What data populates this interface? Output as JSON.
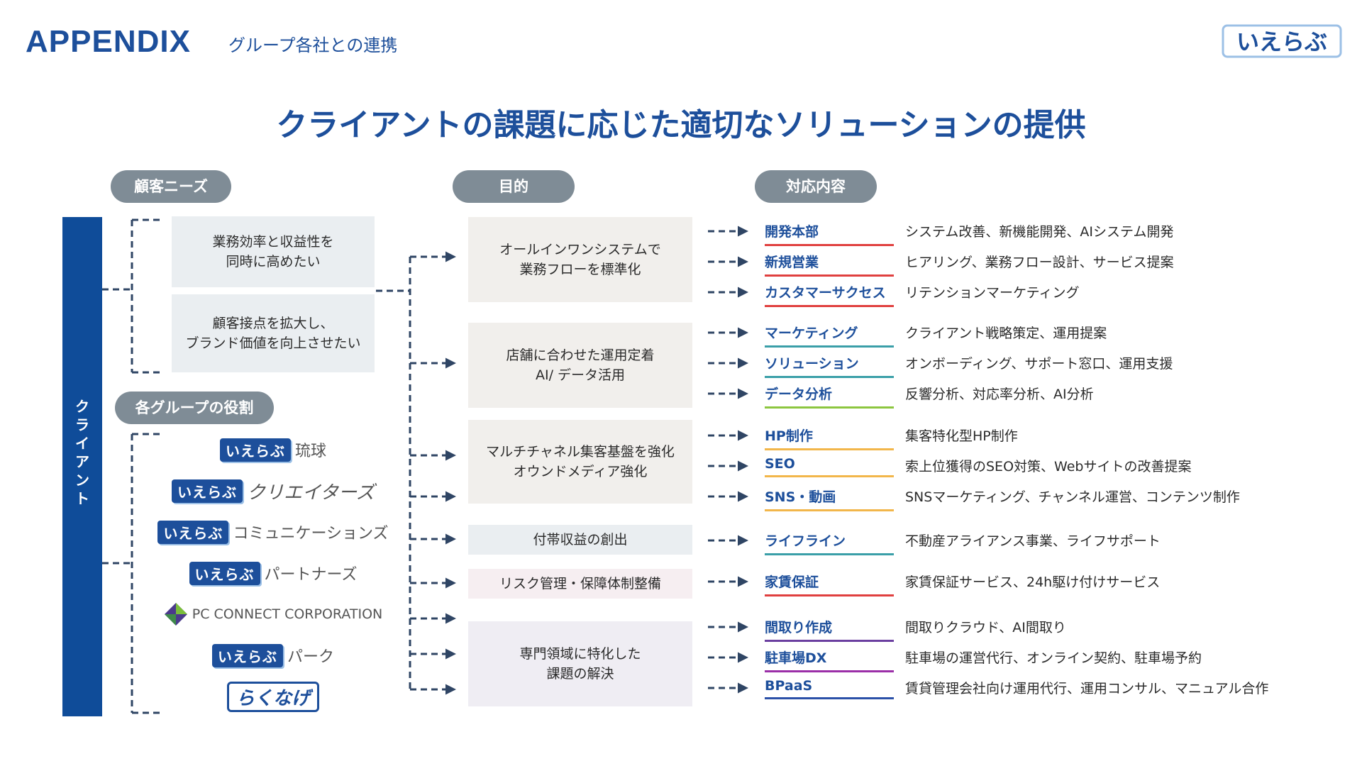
{
  "header": {
    "appendix": "APPENDIX",
    "subtitle": "グループ各社との連携",
    "logo_text": "いえらぶ"
  },
  "main_title": "クライアントの課題に応じた適切なソリューションの提供",
  "pills": {
    "needs": "顧客ニーズ",
    "purpose": "目的",
    "response": "対応内容",
    "roles": "各グループの役割"
  },
  "client_label": "クライアント",
  "needs": [
    {
      "line1": "業務効率と収益性を",
      "line2": "同時に高めたい"
    },
    {
      "line1": "顧客接点を拡大し、",
      "line2": "ブランド価値を向上させたい"
    }
  ],
  "groups": [
    {
      "logo": "いえらぶ",
      "suffix": "琉球"
    },
    {
      "logo": "いえらぶ",
      "suffix": "クリエイターズ"
    },
    {
      "logo": "いえらぶ",
      "suffix": "コミュニケーションズ"
    },
    {
      "logo": "いえらぶ",
      "suffix": "パートナーズ"
    },
    {
      "logo": "",
      "suffix": "PC CONNECT CORPORATION"
    },
    {
      "logo": "いえらぶ",
      "suffix": "パーク"
    },
    {
      "logo": "",
      "suffix": "らくなげ"
    }
  ],
  "purposes": [
    {
      "line1": "オールインワンシステムで",
      "line2": "業務フローを標準化",
      "bg": "#f1efec"
    },
    {
      "line1": "店舗に合わせた運用定着",
      "line2": "AI/ データ活用",
      "bg": "#f1efec"
    },
    {
      "line1": "マルチチャネル集客基盤を強化",
      "line2": "オウンドメディア強化",
      "bg": "#f1efec"
    },
    {
      "line1": "付帯収益の創出",
      "line2": "",
      "bg": "#eaeef1"
    },
    {
      "line1": "リスク管理・保障体制整備",
      "line2": "",
      "bg": "#f6eef1"
    },
    {
      "line1": "専門領域に特化した",
      "line2": "課題の解決",
      "bg": "#efedf3"
    }
  ],
  "responses": [
    {
      "dept": "開発本部",
      "desc": "システム改善、新機能開発、AIシステム開発",
      "color": "#e0403f"
    },
    {
      "dept": "新規営業",
      "desc": "ヒアリング、業務フロー設計、サービス提案",
      "color": "#e0403f"
    },
    {
      "dept": "カスタマーサクセス",
      "desc": "リテンションマーケティング",
      "color": "#e0403f"
    },
    {
      "dept": "マーケティング",
      "desc": "クライアント戦略策定、運用提案",
      "color": "#3a9fa8"
    },
    {
      "dept": "ソリューション",
      "desc": "オンボーディング、サポート窓口、運用支援",
      "color": "#3a9fa8"
    },
    {
      "dept": "データ分析",
      "desc": "反響分析、対応率分析、AI分析",
      "color": "#8cc63f"
    },
    {
      "dept": "HP制作",
      "desc": "集客特化型HP制作",
      "color": "#f2b64a"
    },
    {
      "dept": "SEO",
      "desc": "索上位獲得のSEO対策、Webサイトの改善提案",
      "color": "#f2b64a"
    },
    {
      "dept": "SNS・動画",
      "desc": "SNSマーケティング、チャンネル運営、コンテンツ制作",
      "color": "#f2b64a"
    },
    {
      "dept": "ライフライン",
      "desc": "不動産アライアンス事業、ライフサポート",
      "color": "#3a9fa8"
    },
    {
      "dept": "家賃保証",
      "desc": "家賃保証サービス、24h駆け付けサービス",
      "color": "#e0403f"
    },
    {
      "dept": "間取り作成",
      "desc": "間取りクラウド、AI間取り",
      "color": "#6b3fa0"
    },
    {
      "dept": "駐車場DX",
      "desc": "駐車場の運営代行、オンライン契約、駐車場予約",
      "color": "#9b2fa8"
    },
    {
      "dept": "BPaaS",
      "desc": "賃貸管理会社向け運用代行、運用コンサル、マニュアル合作",
      "color": "#2b50a8"
    }
  ],
  "colors": {
    "brand": "#1d4f9b",
    "client_bar": "#0f4c99",
    "pill": "#7f8c96",
    "connector": "#2f4564"
  }
}
